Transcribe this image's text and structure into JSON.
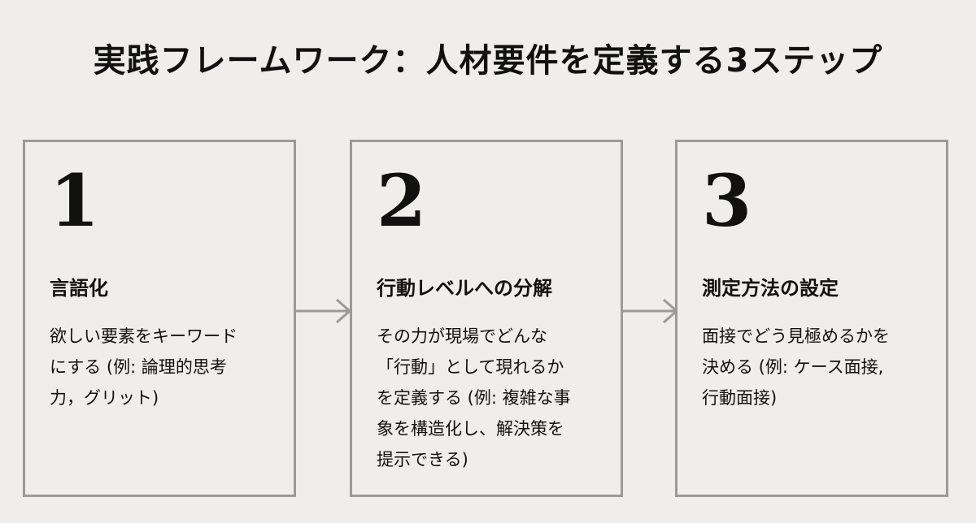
{
  "title": "実践フレームワーク：人材要件を定義する3ステップ",
  "steps": [
    {
      "number": "1",
      "heading": "言語化",
      "lines": [
        "欲しい要素をキーワード",
        "にする (例: 論理的思考",
        "力，グリット)"
      ]
    },
    {
      "number": "2",
      "heading": "行動レベルへの分解",
      "lines": [
        "その力が現場でどんな",
        "「行動」として現れるか",
        "を定義する (例: 複雑な事",
        "象を構造化し、解決策を",
        "提示できる)"
      ]
    },
    {
      "number": "3",
      "heading": "測定方法の設定",
      "lines": [
        "面接でどう見極めるかを",
        "決める (例: ケース面接,",
        "行動面接)"
      ]
    }
  ],
  "colors": {
    "background": "#efeeeb",
    "border": "#9a9a9a",
    "arrow": "#9a9a9a",
    "text": "#111111"
  },
  "icons": [
    "arrow-right-icon"
  ]
}
